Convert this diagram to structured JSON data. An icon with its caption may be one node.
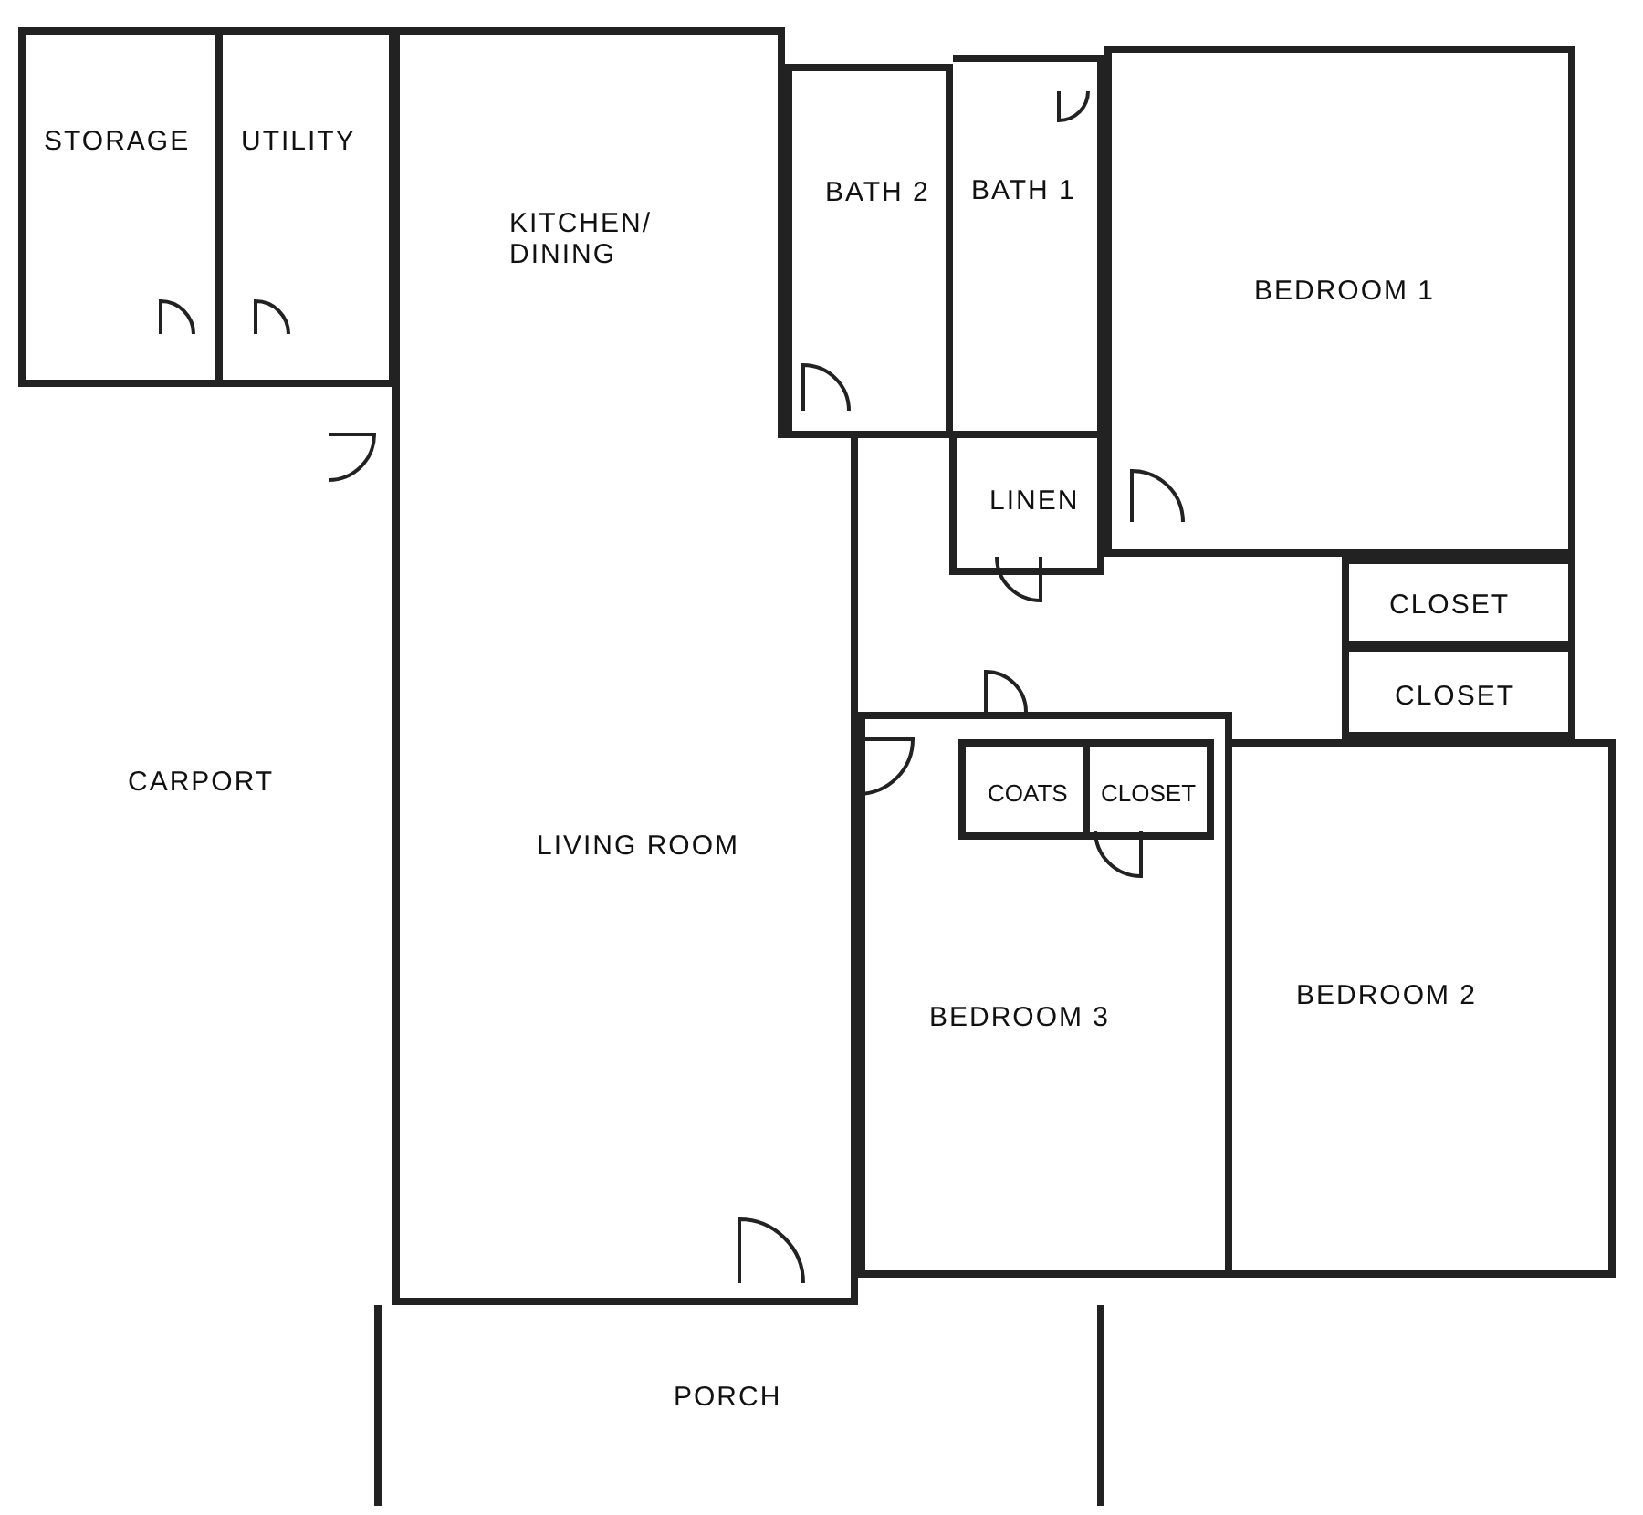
{
  "diagram": {
    "nodes": [
      {
        "text": [
          "STORAGE"
        ]
      },
      {
        "text": [
          "UTILITY"
        ]
      },
      {
        "text": [
          "KITCHEN/ DINING"
        ]
      },
      {
        "text": [
          "BATH 2"
        ]
      },
      {
        "text": [
          "BATH 1"
        ]
      },
      {
        "text": [
          "BEDROOM 1"
        ]
      },
      {
        "text": [
          "LINEN"
        ]
      },
      {
        "text": [
          "CLOSET"
        ]
      },
      {
        "text": [
          "CLOSET"
        ]
      },
      {
        "text": [
          "CARPORT"
        ]
      },
      {
        "text": [
          "LIVING ROOM"
        ]
      },
      {
        "text": [
          "COATS"
        ],
        "in": 13
      },
      {
        "text": [
          "CLOSET"
        ],
        "in": 13
      },
      {
        "text": [
          "BEDROOM 3"
        ]
      },
      {
        "text": [
          "BEDROOM 2"
        ]
      },
      {
        "text": [
          "PORCH"
        ]
      }
    ]
  }
}
